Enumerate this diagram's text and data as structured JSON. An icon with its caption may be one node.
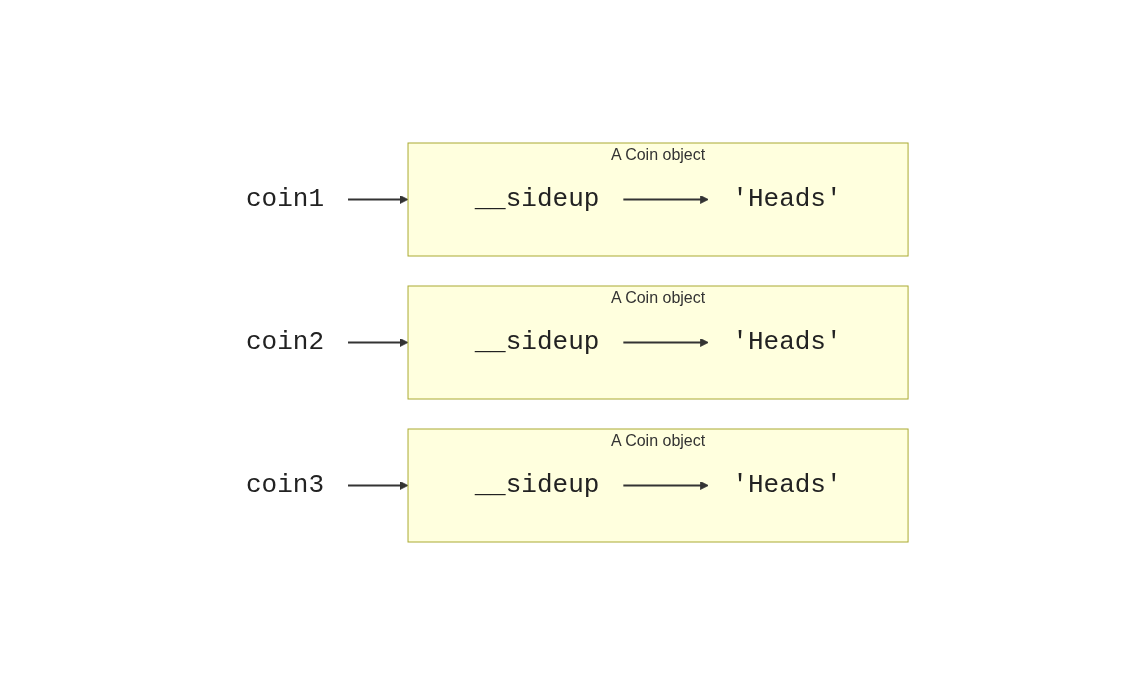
{
  "diagram": {
    "nodes": [
      {
        "text": [
          "coin1"
        ]
      },
      {
        "text": [
          "A Coin object"
        ]
      },
      {
        "text": [
          "__sideup"
        ],
        "in": 1
      },
      {
        "text": [
          "'Heads'"
        ],
        "in": 1
      },
      {
        "text": [
          "coin2"
        ]
      },
      {
        "text": [
          "A Coin object"
        ]
      },
      {
        "text": [
          "__sideup"
        ],
        "in": 5
      },
      {
        "text": [
          "'Heads'"
        ],
        "in": 5
      },
      {
        "text": [
          "coin3"
        ]
      },
      {
        "text": [
          "A Coin object"
        ]
      },
      {
        "text": [
          "__sideup"
        ],
        "in": 9
      },
      {
        "text": [
          "'Heads'"
        ],
        "in": 9
      }
    ],
    "edges": [
      {
        "from": 0,
        "to": 1,
        "arrow": "to"
      },
      {
        "from": 2,
        "to": 3,
        "arrow": "to"
      },
      {
        "from": 4,
        "to": 5,
        "arrow": "to"
      },
      {
        "from": 6,
        "to": 7,
        "arrow": "to"
      },
      {
        "from": 8,
        "to": 9,
        "arrow": "to"
      },
      {
        "from": 10,
        "to": 11,
        "arrow": "to"
      }
    ]
  }
}
